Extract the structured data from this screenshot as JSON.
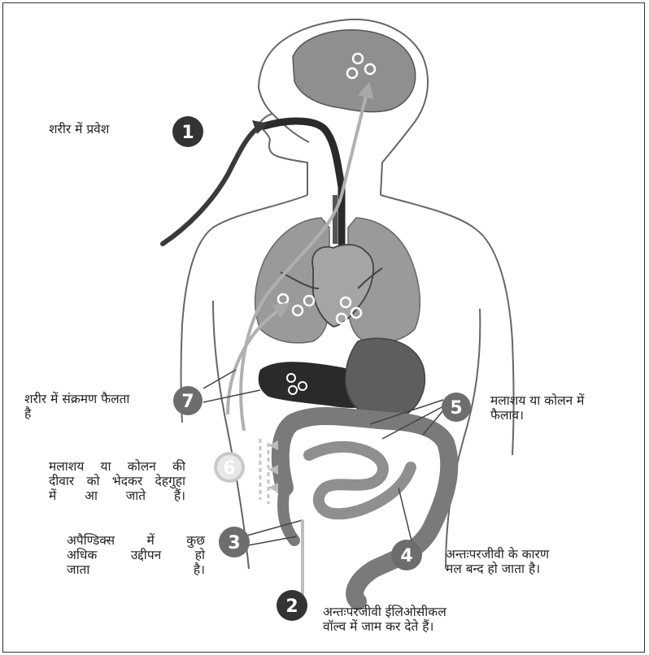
{
  "labels": {
    "entry": "शरीर में प्रवेश",
    "spread": "शरीर में संक्रमण फैलता\nहै",
    "wall": "मलाशय या कोलन की\nदीवार को भेदकर देहगुहा\nमें आ जाते हैं।",
    "appendix": "अपैण्डिक्स में कुछ\nअधिक उद्दीपन हो\nजाता है।",
    "valve": "अन्तःपरजीवी ईलिओसीकल\nवॉल्व में जाम कर देते हैं।",
    "blockage": "अन्तःपरजीवी के कारण\nमल बन्द हो जाता है।",
    "dilation": "मलाशय या कोलन में\nफैलाव।"
  },
  "badges": {
    "b1": "1",
    "b2": "2",
    "b3": "3",
    "b4": "4",
    "b5": "5",
    "b6": "6",
    "b7": "7"
  },
  "colors": {
    "organ": "#9a9a9a",
    "organ_light": "#b5b5b5",
    "organ_dark": "#5e5e5e",
    "liver": "#2a2a2a",
    "badge_dark": "#333333",
    "badge_mid": "#6d6d6d",
    "badge_light": "#c9c9c9",
    "outline": "#555555"
  }
}
